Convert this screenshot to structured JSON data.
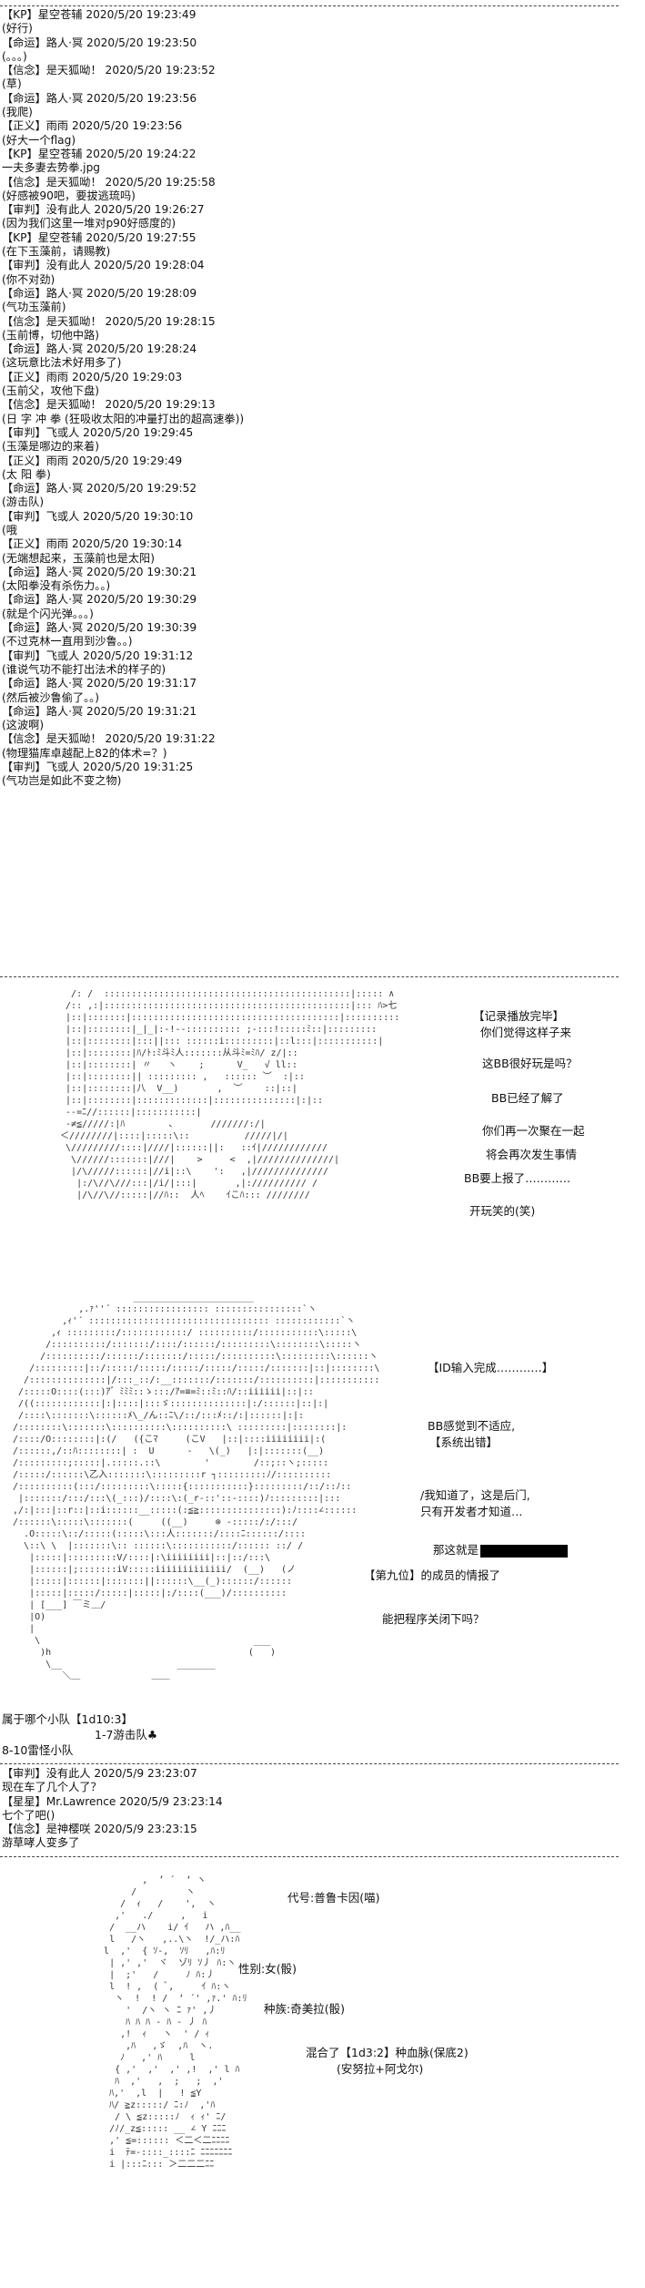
{
  "log1": [
    "【KP】星空苍辅 2020/5/20 19:23:49",
    "(好行)",
    "【命运】路人·冥 2020/5/20 19:23:50",
    "(。。。)",
    "【信念】是天狐呦！ 2020/5/20 19:23:52",
    "(草)",
    "【命运】路人·冥 2020/5/20 19:23:56",
    "(我爬)",
    "【正义】雨雨 2020/5/20 19:23:56",
    "(好大一个flag)",
    "【KP】星空苍辅 2020/5/20 19:24:22",
    "一夫多妻去势拳.jpg",
    "【信念】是天狐呦！ 2020/5/20 19:25:58",
    "(好感被90吧，要拔逃琉吗)",
    "【审判】没有此人 2020/5/20 19:26:27",
    "(因为我们这里一堆对p90好感度的)",
    "【KP】星空苍辅 2020/5/20 19:27:55",
    "(在下玉藻前，请赐教)",
    "【审判】没有此人 2020/5/20 19:28:04",
    "(你不对劲)",
    "【命运】路人·冥 2020/5/20 19:28:09",
    "(气功玉藻前)",
    "【信念】是天狐呦！ 2020/5/20 19:28:15",
    "(玉前博，切他中路)",
    "【命运】路人·冥 2020/5/20 19:28:24",
    "(这玩意比法术好用多了)",
    "【正义】雨雨 2020/5/20 19:29:03",
    "(玉前父，攻他下盘)",
    "【信念】是天狐呦！ 2020/5/20 19:29:13",
    "(日 字 冲 拳 (狂吸收太阳的冲量打出的超高速拳))",
    "【审判】飞或人 2020/5/20 19:29:45",
    "(玉藻是哪边的来着)",
    "【正义】雨雨 2020/5/20 19:29:49",
    "(太 阳 拳)",
    "【命运】路人·冥 2020/5/20 19:29:52",
    "(游击队)",
    "【审判】飞或人 2020/5/20 19:30:10",
    "(哦",
    "【正义】雨雨 2020/5/20 19:30:14",
    "(无端想起来，玉藻前也是太阳)",
    "【命运】路人·冥 2020/5/20 19:30:21",
    "(太阳拳没有杀伤力。。)",
    "【命运】路人·冥 2020/5/20 19:30:29",
    "(就是个闪光弹。。。)",
    "【命运】路人·冥 2020/5/20 19:30:39",
    "(不过克林一直用到沙鲁。。)",
    "【审判】飞或人 2020/5/20 19:31:12",
    "(谁说气功不能打出法术的样子的)",
    "【命运】路人·冥 2020/5/20 19:31:17",
    "(然后被沙鲁偷了。。)",
    "【命运】路人·冥 2020/5/20 19:31:21",
    "(这波啊)",
    "【信念】是天狐呦！ 2020/5/20 19:31:22",
    "(物理猫库卓越配上82的体术=？)",
    "【审判】飞或人 2020/5/20 19:31:25",
    "(气功岂是如此不变之物)"
  ],
  "scene1": {
    "captions": [
      "【记录播放完毕】",
      "你们觉得这样子来",
      "这BB很好玩是吗？",
      "BB已经了解了",
      "你们再一次聚在一起",
      "将会再次发生事情",
      "BB要上报了…………",
      "开玩笑的(笑)"
    ]
  },
  "scene2": {
    "captions": [
      "【ID输入完成…………】",
      "BB感觉到不适应,",
      "【系统出错】",
      "/我知道了，这是后门,",
      "只有开发者才知道…",
      "那这就是",
      "【第九位】的成员的情报了",
      "能把程序关闭下吗？"
    ]
  },
  "dice": {
    "line1": "属于哪个小队【1d10:3】",
    "line2": "1-7游击队♣",
    "line3": "8-10雷怪小队"
  },
  "log2": [
    "【审判】没有此人 2020/5/9 23:23:07",
    "现在车了几个人了？",
    "【星星】Mr.Lawrence 2020/5/9 23:23:14",
    "七个了吧()",
    "【信念】是神樱咲 2020/5/9 23:23:15",
    "游草哮人变多了"
  ],
  "scene3": {
    "captions": [
      "代号:普鲁卡因(喵)",
      "性别:女(骰)",
      "种族:奇美拉(骰)",
      "混合了【1d3:2】种血脉(保底2)",
      "(安努拉+阿戈尔)"
    ]
  }
}
